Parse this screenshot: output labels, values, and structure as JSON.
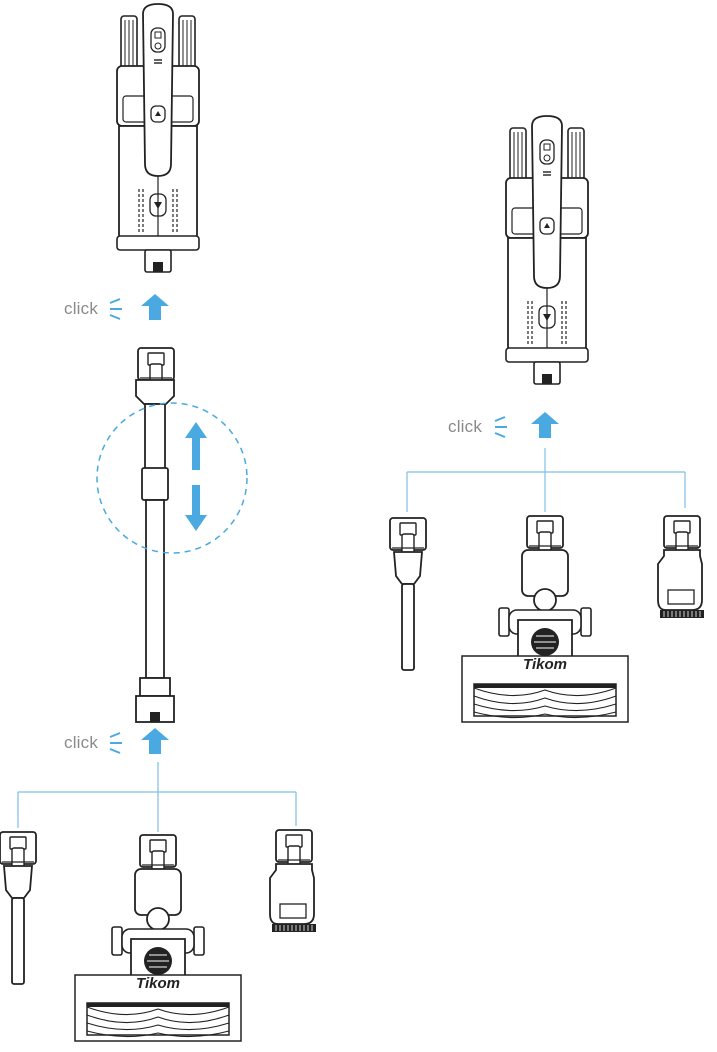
{
  "diagram": {
    "labels": {
      "click_main_top": "click",
      "click_main_bottom": "click",
      "click_right": "click",
      "brand_left": "Tikom",
      "brand_right": "Tikom"
    },
    "colors": {
      "accent": "#4aa9e0",
      "line": "#222222",
      "connector": "#7fbfe6",
      "label": "#8a8a8a"
    },
    "icons": {
      "assemble_arrow": "arrow-up-icon",
      "extend": "arrow-up-down-icon",
      "click_sound": "click-lines-icon"
    }
  }
}
